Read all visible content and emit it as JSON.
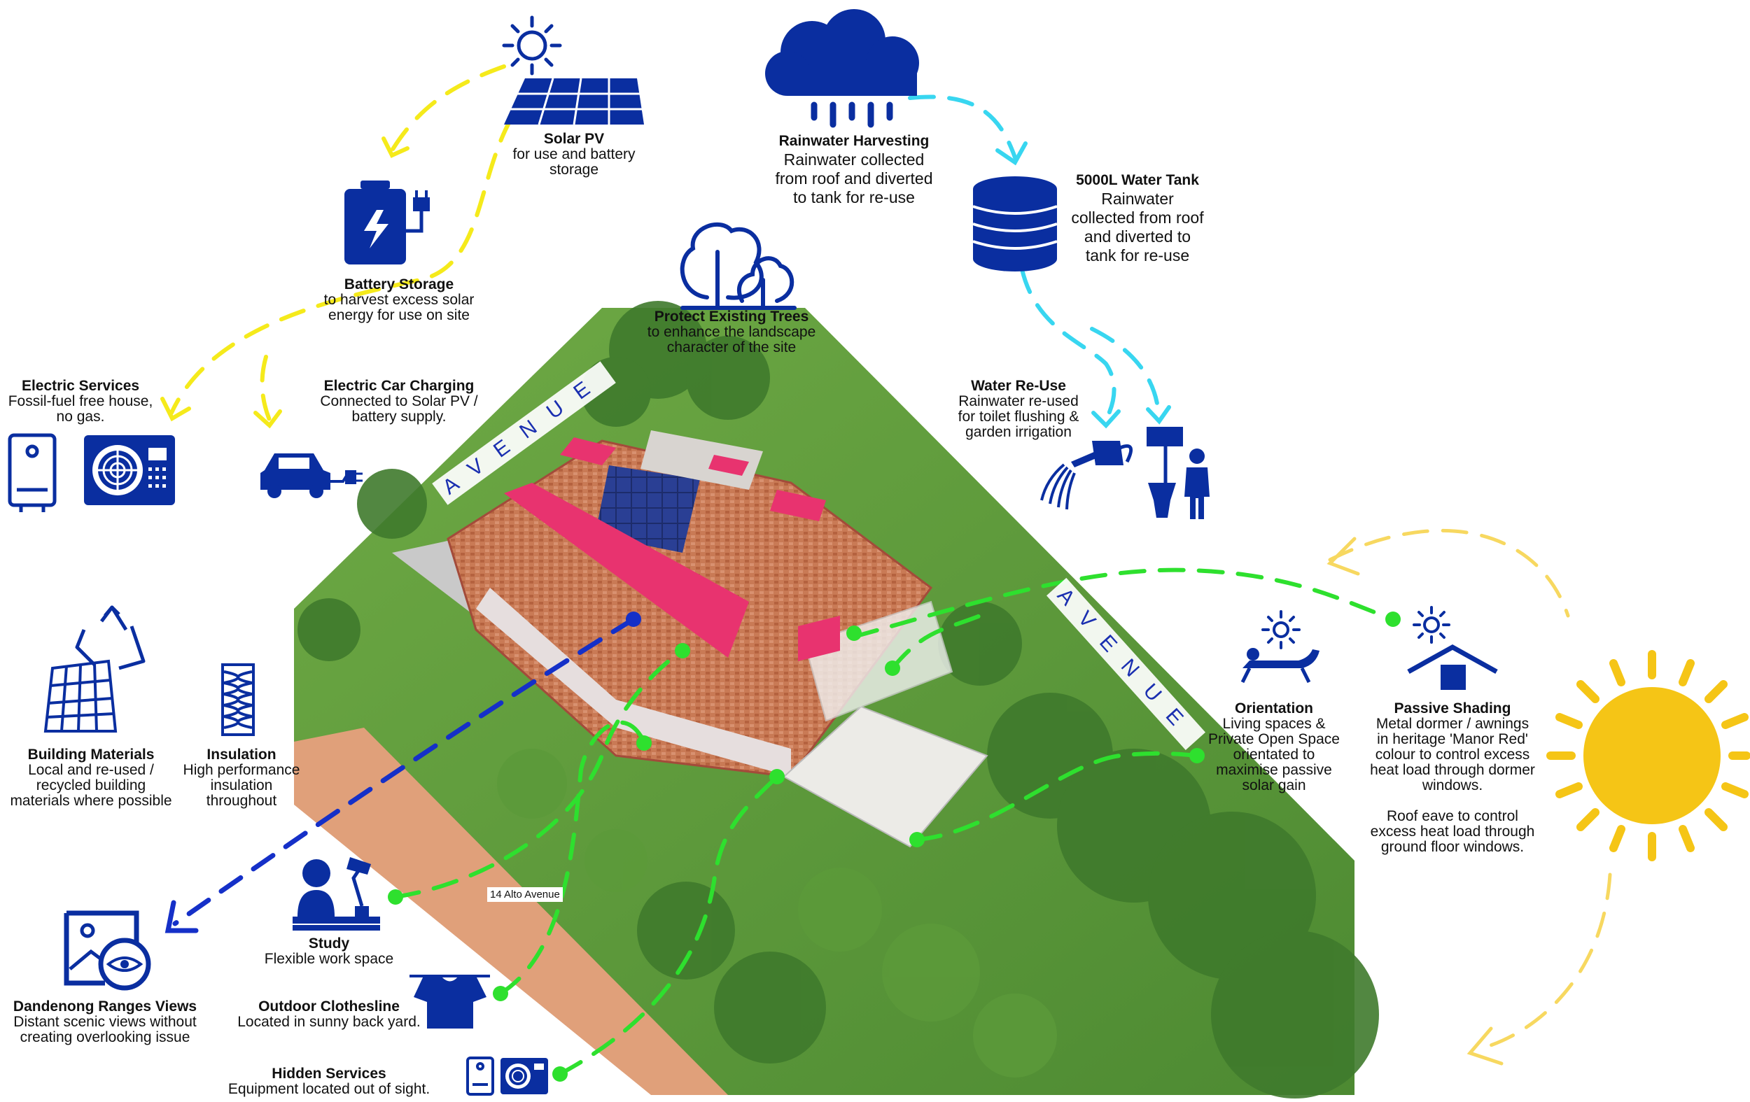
{
  "labels": {
    "solar_pv": {
      "title": "Solar PV",
      "desc": "for use and battery\nstorage"
    },
    "battery": {
      "title": "Battery Storage",
      "desc": "to harvest excess solar\nenergy for use on site"
    },
    "electric_services": {
      "title": "Electric Services",
      "desc": "Fossil-fuel free house,\nno gas."
    },
    "car_charging": {
      "title": "Electric Car Charging",
      "desc": "Connected to Solar PV /\nbattery supply."
    },
    "rainwater": {
      "title": "Rainwater Harvesting",
      "desc": "Rainwater collected\nfrom roof and diverted\nto tank for re-use"
    },
    "water_tank": {
      "title": "5000L Water Tank",
      "desc": "Rainwater\ncollected from roof\nand diverted to\ntank for re-use"
    },
    "trees": {
      "title": "Protect Existing Trees",
      "desc": "to enhance the landscape\ncharacter of the site"
    },
    "water_reuse": {
      "title": "Water Re-Use",
      "desc": "Rainwater re-used\nfor toilet flushing &\ngarden irrigation"
    },
    "building_materials": {
      "title": "Building Materials",
      "desc": "Local and re-used /\nrecycled building\nmaterials where possible"
    },
    "insulation": {
      "title": "Insulation",
      "desc": "High performance\ninsulation\nthroughout"
    },
    "orientation": {
      "title": "Orientation",
      "desc": "Living spaces &\nPrivate Open Space\norientated to\nmaximise passive\nsolar gain"
    },
    "passive_shading": {
      "title": "Passive Shading",
      "desc": "Metal dormer / awnings\nin heritage 'Manor Red'\ncolour to control excess\nheat load through dormer\nwindows.\n\nRoof eave to control\nexcess heat load through\nground floor windows."
    },
    "views": {
      "title": "Dandenong Ranges Views",
      "desc": "Distant scenic views without\ncreating overlooking issue"
    },
    "study": {
      "title": "Study",
      "desc": "Flexible work space"
    },
    "clothesline": {
      "title": "Outdoor Clothesline",
      "desc": "Located in sunny back yard."
    },
    "hidden_services": {
      "title": "Hidden Services",
      "desc": "Equipment located out of sight."
    }
  },
  "streets": {
    "upper": "AVENUE",
    "right": "AVENUE"
  },
  "address": "14 Alto Avenue",
  "colors": {
    "icon_blue": "#0a2ea0",
    "solar_flow": "#f5ea1b",
    "water_flow": "#38d6f0",
    "green_flow": "#2ee02e",
    "view_flow": "#1530c8",
    "sun": "#f5c516",
    "sun_path": "#f7d860",
    "roof_accent": "#e8336f",
    "street_text": "#1a2fb0"
  },
  "icons": [
    "sun-icon",
    "solar-panel-icon",
    "battery-icon",
    "rain-cloud-icon",
    "water-tank-icon",
    "trees-icon",
    "boiler-icon",
    "heat-pump-icon",
    "electric-car-icon",
    "watering-can-icon",
    "toilet-person-icon",
    "recycle-icon",
    "insulation-icon",
    "sun-lounger-icon",
    "house-shade-icon",
    "sun-large-icon",
    "view-picture-icon",
    "study-desk-icon",
    "clothesline-icon"
  ]
}
